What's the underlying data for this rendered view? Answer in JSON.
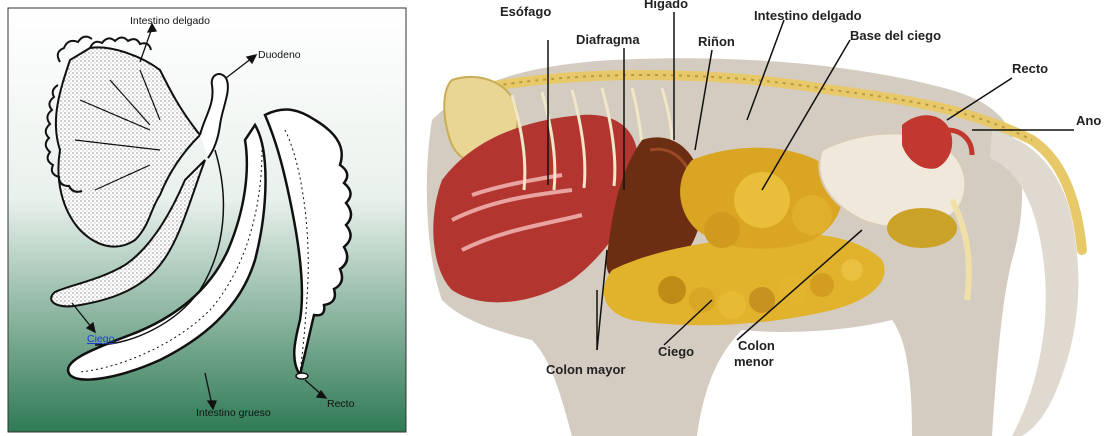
{
  "left_diagram": {
    "labels": {
      "small_intestine": "Intestino delgado",
      "duodenum": "Duodeno",
      "cecum": "Ciego",
      "large_intestine": "Intestino grueso",
      "rectum": "Recto"
    },
    "colors": {
      "background_top": "#ffffff",
      "background_bottom": "#2f7a55",
      "frame": "#333333",
      "link": "#1a3fd0"
    }
  },
  "right_diagram": {
    "labels": {
      "esophagus": "Esófago",
      "diaphragm": "Diafragma",
      "liver": "Higado",
      "kidney": "Riñon",
      "small_intestine": "Intestino delgado",
      "cecum_base": "Base del ciego",
      "rectum": "Recto",
      "anus": "Ano",
      "large_colon": "Colon mayor",
      "cecum": "Ciego",
      "small_colon_line1": "Colon",
      "small_colon_line2": "menor"
    },
    "colors": {
      "body_silhouette": "#cfc6bb",
      "organs": "#e0b12a",
      "liver": "#6b2e12",
      "thorax": "#b1322e",
      "label": "#222222"
    }
  }
}
